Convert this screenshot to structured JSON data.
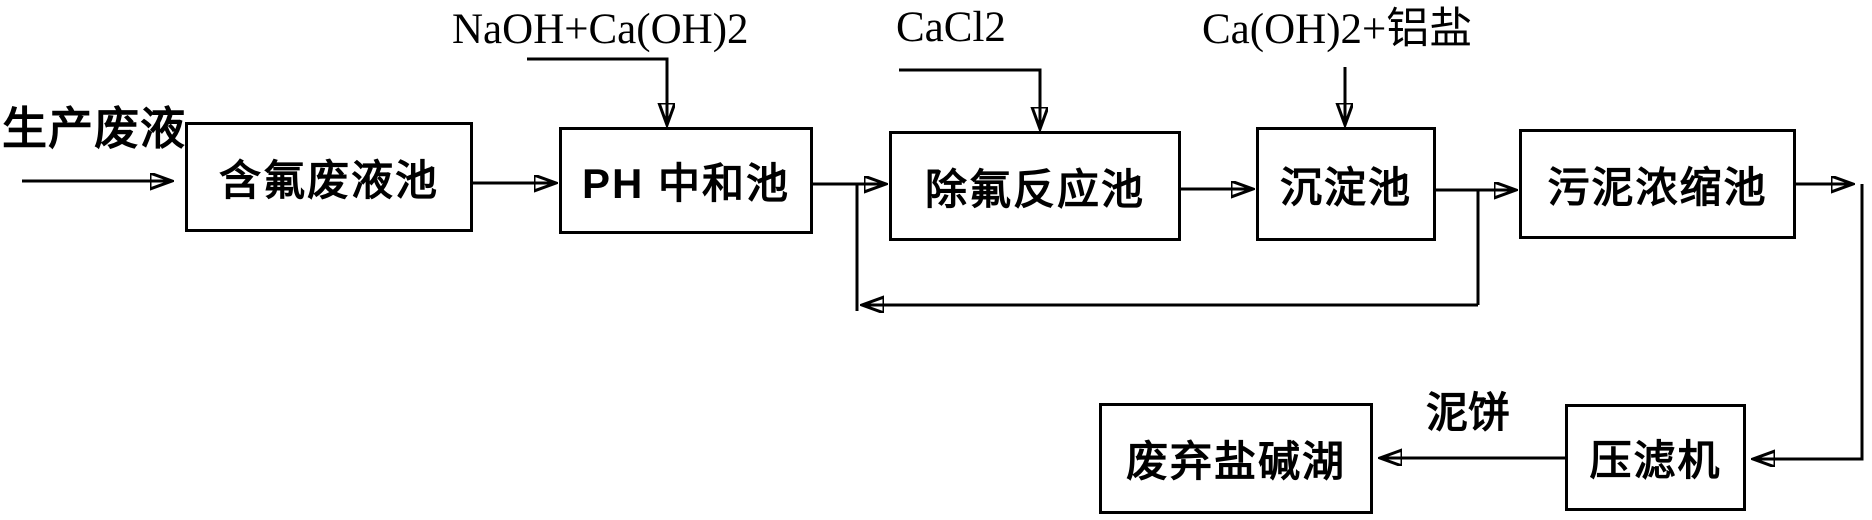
{
  "diagram": {
    "type": "process-flowchart",
    "language": "zh-CN",
    "colors": {
      "background": "#ffffff",
      "line": "#000000",
      "text": "#000000"
    },
    "feed_label": "生产废液",
    "nodes": [
      {
        "label": "含氟废液池"
      },
      {
        "label": "PH 中和池"
      },
      {
        "label": "除氟反应池"
      },
      {
        "label": "沉淀池"
      },
      {
        "label": "污泥浓缩池"
      },
      {
        "label": "压滤机"
      },
      {
        "label": "废弃盐碱湖"
      }
    ],
    "reagents": [
      {
        "label": "NaOH+Ca(OH)2",
        "feeds": "PH 中和池"
      },
      {
        "label": "CaCl2",
        "feeds": "除氟反应池"
      },
      {
        "label": "Ca(OH)2+铝盐",
        "feeds": "沉淀池"
      }
    ],
    "edge_label": "泥饼",
    "edges": [
      {
        "from": "生产废液",
        "to": "含氟废液池"
      },
      {
        "from": "含氟废液池",
        "to": "PH 中和池"
      },
      {
        "from": "PH 中和池",
        "to": "除氟反应池"
      },
      {
        "from": "除氟反应池",
        "to": "沉淀池"
      },
      {
        "from": "沉淀池",
        "to": "污泥浓缩池"
      },
      {
        "from": "沉淀池",
        "to": "除氟反应池",
        "type": "recycle-return"
      },
      {
        "from": "污泥浓缩池",
        "to": "压滤机"
      },
      {
        "from": "压滤机",
        "to": "废弃盐碱湖",
        "label": "泥饼"
      }
    ]
  }
}
